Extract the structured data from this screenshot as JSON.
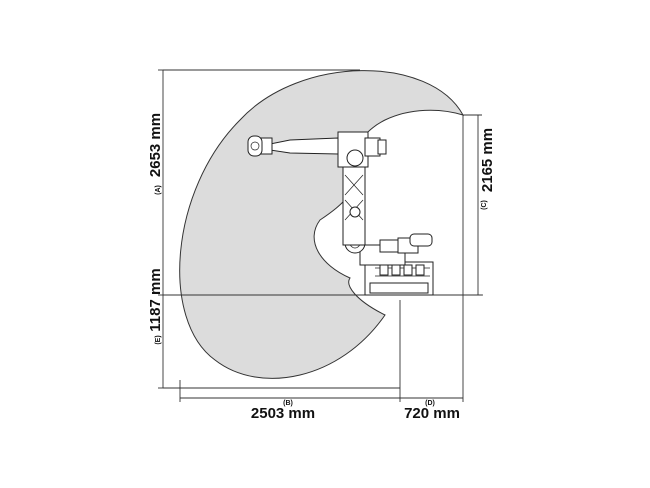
{
  "dimensions": {
    "A": {
      "letter": "(A)",
      "value": "2653 mm"
    },
    "B": {
      "letter": "(B)",
      "value": "2503 mm"
    },
    "C": {
      "letter": "(C)",
      "value": "2165 mm"
    },
    "D": {
      "letter": "(D)",
      "value": "720 mm"
    },
    "E": {
      "letter": "(E)",
      "value": "1187 mm"
    }
  },
  "colors": {
    "work_envelope": "#dcdcdc",
    "envelope_outline": "#333333",
    "line": "#333333",
    "text": "#111111"
  }
}
